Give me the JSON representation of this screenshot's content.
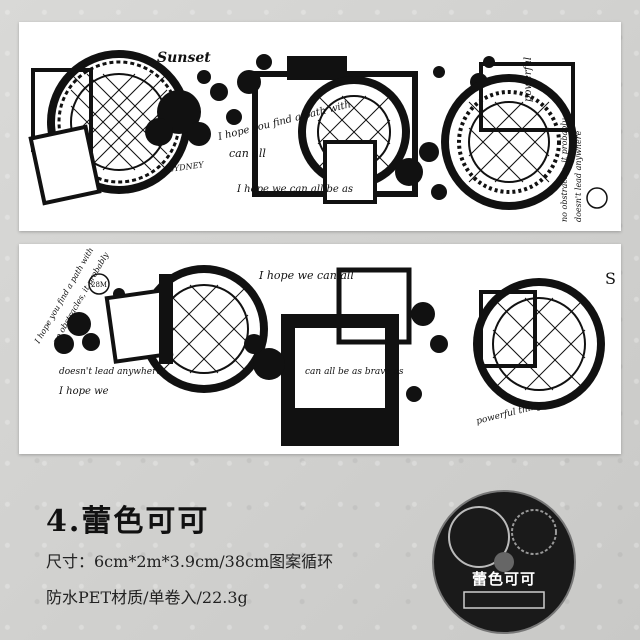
{
  "product": {
    "title": "4.蕾色可可",
    "spec_size": "尺寸：6cm*2m*3.9cm/38cm图案循环",
    "spec_material": "防水PET材质/单卷入/22.3g",
    "thumb_label": "蕾色可可"
  },
  "strip_top": {
    "sunset": "Sunset",
    "t1": "I hope you find a path with",
    "t2": "can all",
    "t3": "I hope we can all be as",
    "t4": "powerful",
    "t5": "no obstracles, it probably",
    "t6": "doesn't lead anywhere",
    "t7": "SYDNEY"
  },
  "strip_bottom": {
    "t1": "I hope we can all",
    "t2": "I hope you find a path with",
    "t3": "no obstracles, it probably",
    "t4": "doesn't lead anywhere",
    "t5": "I hope we",
    "t6": "can all be as brave as",
    "t7": "powerful thing",
    "t8": "28M",
    "t9": "S"
  },
  "colors": {
    "ink": "#111111",
    "paper": "#ffffff",
    "background": "#d3d3d1"
  }
}
